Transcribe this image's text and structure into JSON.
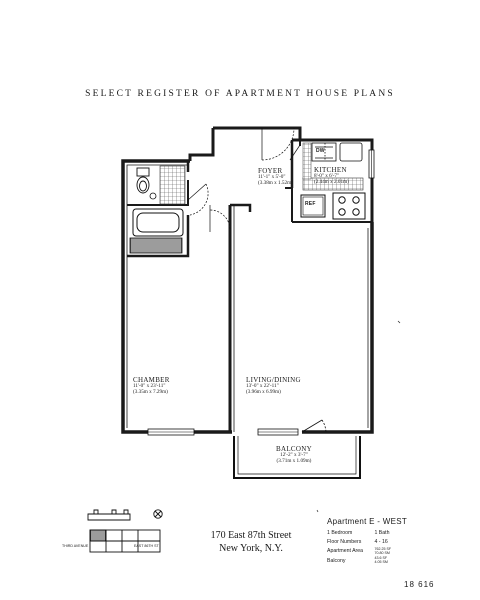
{
  "header": {
    "title": "SELECT REGISTER OF APARTMENT HOUSE PLANS"
  },
  "rooms": {
    "foyer": {
      "name": "FOYER",
      "dim_ft": "11'-1\" x 5'-0\"",
      "dim_m": "(3.38m x 1.52m)"
    },
    "kitchen": {
      "name": "KITCHEN",
      "dim_ft": "8'-0\" x 6'-7\"",
      "dim_m": "(2.44m x 2.01m)"
    },
    "chamber": {
      "name": "CHAMBER",
      "dim_ft": "11'-0\" x 23'-11\"",
      "dim_m": "(3.35m x 7.29m)"
    },
    "living": {
      "name": "LIVING/DINING",
      "dim_ft": "13'-0\" x 22'-11\"",
      "dim_m": "(3.96m x 6.99m)"
    },
    "balcony": {
      "name": "BALCONY",
      "dim_ft": "12'-2\" x 3'-7\"",
      "dim_m": "(3.71m x 1.09m)"
    }
  },
  "fixtures": {
    "dishwasher": "DW",
    "refrigerator": "REF"
  },
  "address": {
    "line1": "170 East 87th Street",
    "line2": "New York, N.Y."
  },
  "apartment": {
    "title": "Apartment  E - WEST",
    "bedrooms_value": "1 Bedroom",
    "bath_value": "1 Bath",
    "floor_label": "Floor Numbers",
    "floor_value": "4 - 16",
    "area_label": "Apartment Area",
    "area_value_1": "762.25 SF",
    "area_value_2": "70.80 SM",
    "balcony_label": "Balcony",
    "balcony_value_1": "43.6 SF",
    "balcony_value_2": "4.05 SM"
  },
  "keyplan": {
    "left_label": "THIRD AVENUE",
    "right_label": "EAST 86TH ST"
  },
  "page_number": "18  616"
}
